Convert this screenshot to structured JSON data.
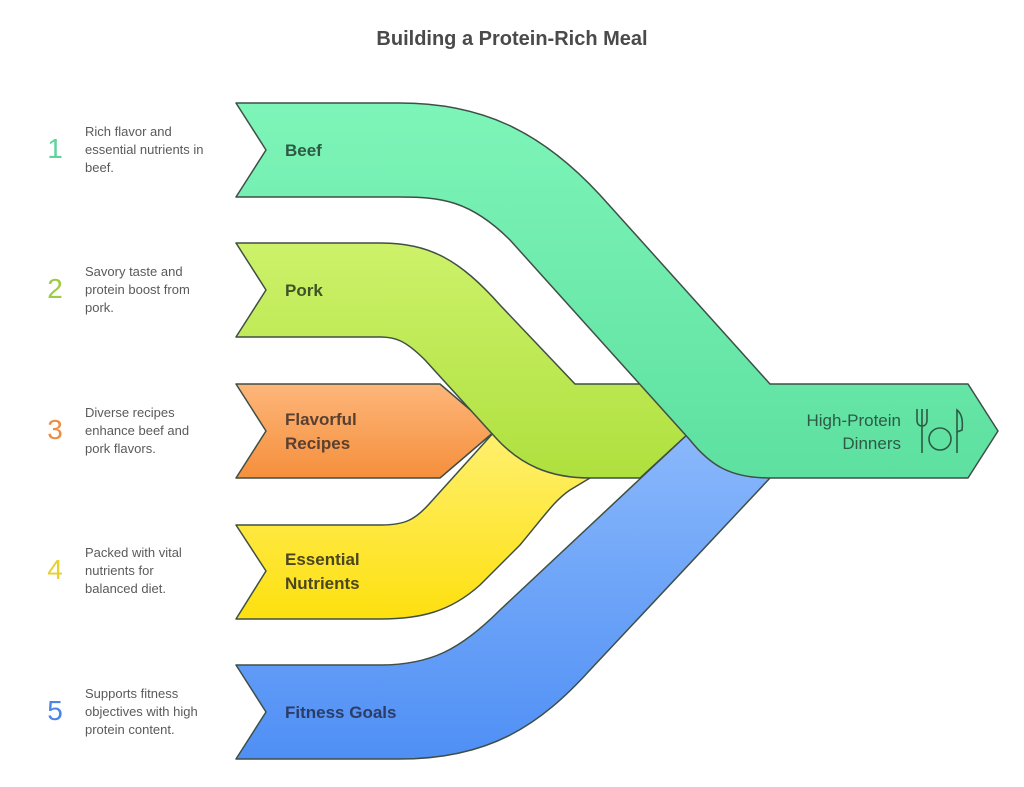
{
  "title": "Building a Protein-Rich Meal",
  "items": [
    {
      "number": "1",
      "label_lines": [
        "Beef"
      ],
      "description_lines": [
        "Rich flavor and",
        "essential nutrients in",
        "beef."
      ],
      "color": "#7ef5b8",
      "color_dark": "#5de0a0",
      "number_color": "#5ed39a",
      "label_color": "#2e5a44"
    },
    {
      "number": "2",
      "label_lines": [
        "Pork"
      ],
      "description_lines": [
        "Savory taste and",
        "protein boost from",
        "pork."
      ],
      "color": "#cdf26a",
      "color_dark": "#aee03e",
      "number_color": "#9ccb45",
      "label_color": "#3f5426"
    },
    {
      "number": "3",
      "label_lines": [
        "Flavorful",
        "Recipes"
      ],
      "description_lines": [
        "Diverse recipes",
        "enhance beef and",
        "pork flavors."
      ],
      "color": "#fdb67a",
      "color_dark": "#f58f3c",
      "number_color": "#f08c40",
      "label_color": "#5a4030"
    },
    {
      "number": "4",
      "label_lines": [
        "Essential",
        "Nutrients"
      ],
      "description_lines": [
        "Packed with vital",
        "nutrients for",
        "balanced diet."
      ],
      "color": "#fff070",
      "color_dark": "#fde00f",
      "number_color": "#e8d030",
      "label_color": "#4a4620"
    },
    {
      "number": "5",
      "label_lines": [
        "Fitness Goals"
      ],
      "description_lines": [
        "Supports fitness",
        "objectives with high",
        "protein content."
      ],
      "color": "#8ab8fb",
      "color_dark": "#4f8ff5",
      "number_color": "#4a86e8",
      "label_color": "#2b3d66"
    }
  ],
  "output": {
    "label_lines": [
      "High-Protein",
      "Dinners"
    ],
    "icon": "fork-plate-knife-icon",
    "color": "#53e39f"
  }
}
